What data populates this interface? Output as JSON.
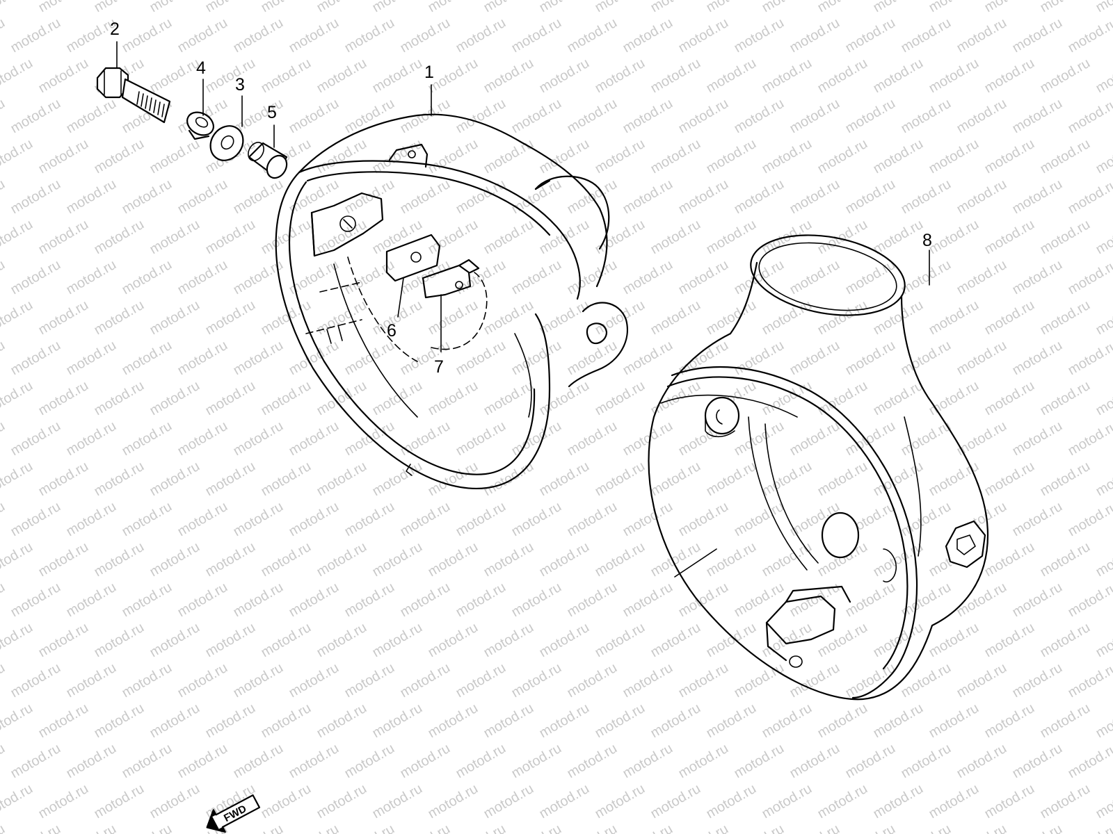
{
  "diagram": {
    "watermark": "motod.ru",
    "callouts": {
      "c1": "1",
      "c2": "2",
      "c3": "3",
      "c4": "4",
      "c5": "5",
      "c6": "6",
      "c7": "7",
      "c8": "8"
    },
    "direction_indicator": "FWD"
  }
}
